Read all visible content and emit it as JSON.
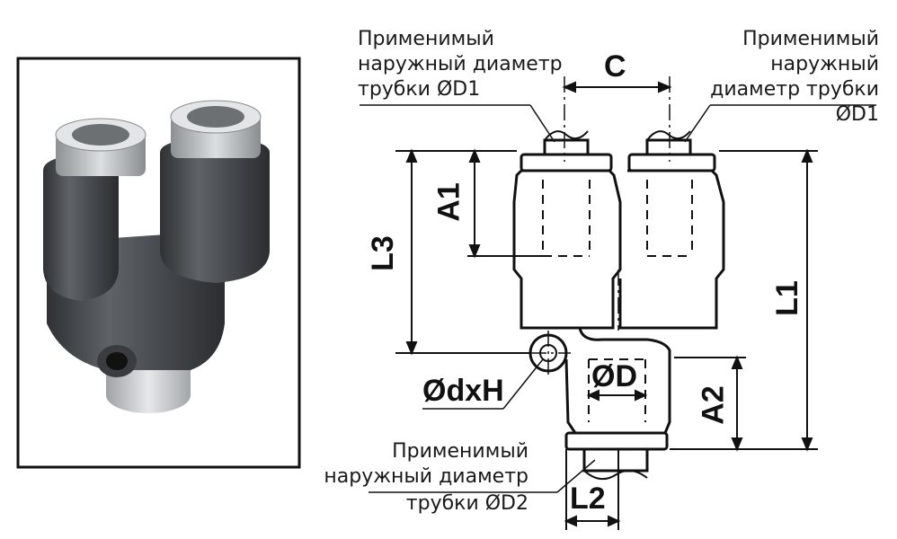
{
  "labels": {
    "d1_left": [
      "Применимый",
      "наружный диаметр",
      "трубки ØD1"
    ],
    "d1_right": [
      "Применимый",
      "наружный",
      "диаметр трубки",
      "ØD1"
    ],
    "d2_bottom": [
      "Применимый",
      "наружный диаметр",
      "трубки ØD2"
    ]
  },
  "dimensions": {
    "c": "C",
    "a1": "A1",
    "l3": "L3",
    "l1": "L1",
    "a2": "A2",
    "l2": "L2",
    "od": "ØD",
    "odxh": "ØdxH"
  },
  "colors": {
    "body": "#55585c",
    "ring": "#b9bcbf",
    "outline": "#111111"
  }
}
